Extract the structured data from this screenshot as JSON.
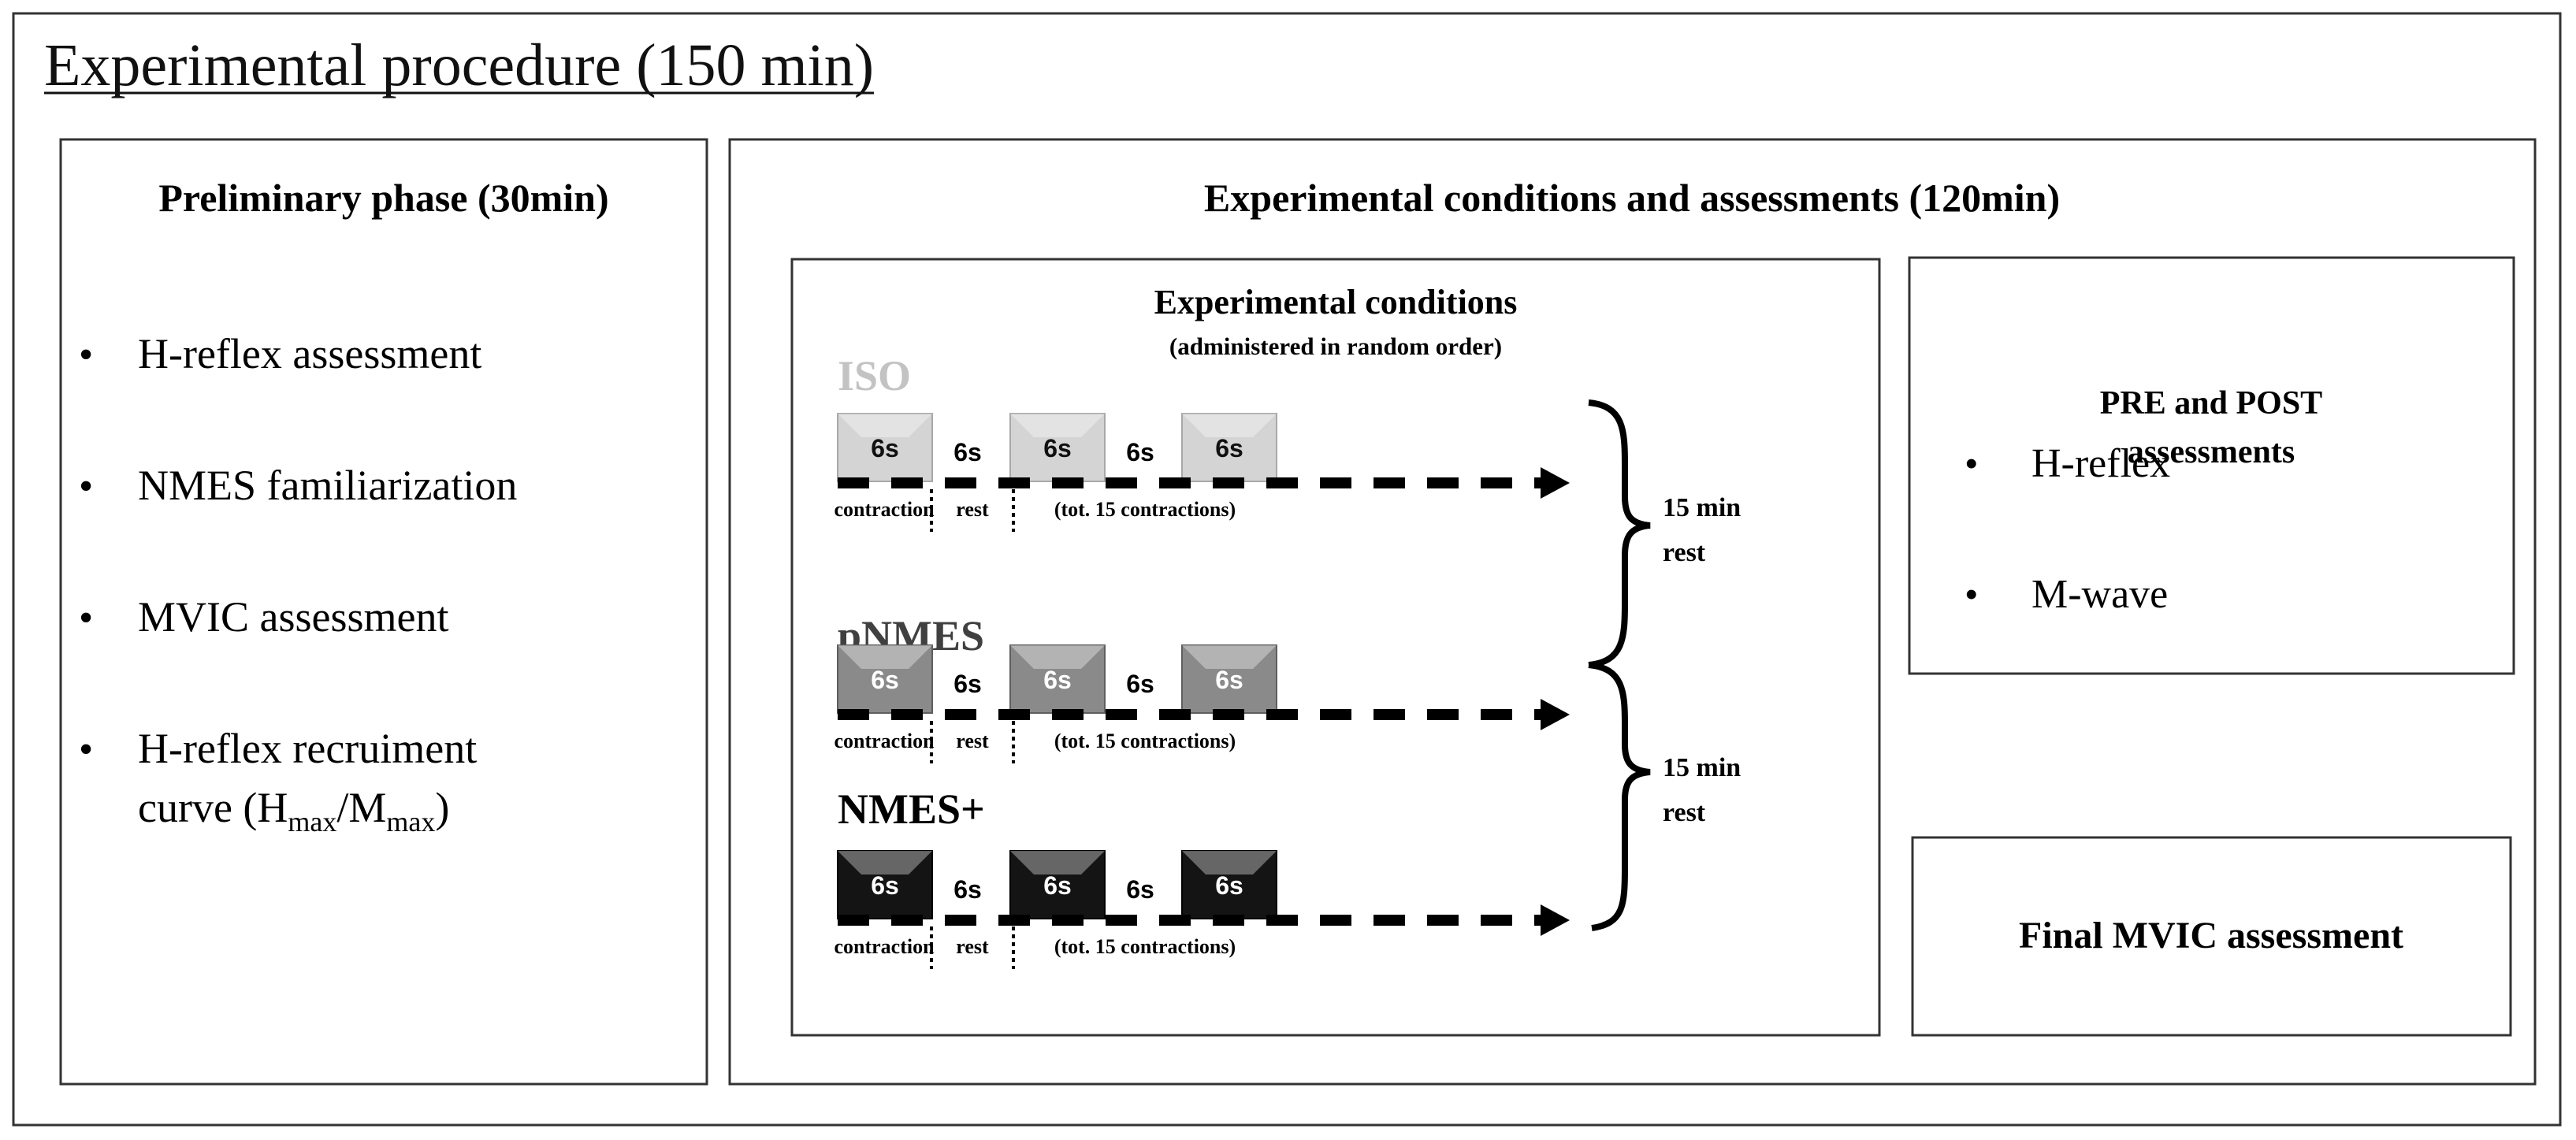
{
  "title": "Experimental procedure (150 min)",
  "preliminary": {
    "title": "Preliminary phase (30min)",
    "items": [
      "H-reflex assessment",
      "NMES familiarization",
      "MVIC assessment",
      "H-reflex recruiment"
    ],
    "last_item_line2": {
      "pre": "curve (H",
      "sub1": "max",
      "mid": "/M",
      "sub2": "max",
      "post": ")"
    }
  },
  "experimental": {
    "title": "Experimental conditions and assessments (120min)",
    "conditions": {
      "title": "Experimental conditions",
      "subtitle": "(administered in random order)",
      "rows": [
        {
          "name": "ISO",
          "label_color": "#c3c3c3",
          "block_color": "#d4d4d4",
          "block_edge": "#a8a8a8",
          "block_text_color": "#111111",
          "blocks": [
            "6s",
            "6s",
            "6s"
          ],
          "rests": [
            "6s",
            "6s"
          ],
          "contraction": "contraction",
          "rest": "rest",
          "total": "(tot. 15 contractions)"
        },
        {
          "name": "pNMES",
          "label_color": "#404040",
          "block_color": "#8a8a8a",
          "block_edge": "#5e5e5e",
          "block_text_color": "#ffffff",
          "blocks": [
            "6s",
            "6s",
            "6s"
          ],
          "rests": [
            "6s",
            "6s"
          ],
          "contraction": "contraction",
          "rest": "rest",
          "total": "(tot. 15 contractions)"
        },
        {
          "name": "NMES+",
          "label_color": "#000000",
          "block_color": "#141414",
          "block_edge": "#000000",
          "block_text_color": "#ffffff",
          "blocks": [
            "6s",
            "6s",
            "6s"
          ],
          "rests": [
            "6s",
            "6s"
          ],
          "contraction": "contraction",
          "rest": "rest",
          "total": "(tot. 15 contractions)"
        }
      ],
      "rest_periods": [
        {
          "line1": "15 min",
          "line2": "rest"
        },
        {
          "line1": "15 min",
          "line2": "rest"
        }
      ]
    },
    "pre_post": {
      "title_line1": "PRE and POST",
      "title_line2": "assessments",
      "items": [
        "H-reflex",
        "M-wave"
      ]
    },
    "final": "Final MVIC assessment"
  }
}
